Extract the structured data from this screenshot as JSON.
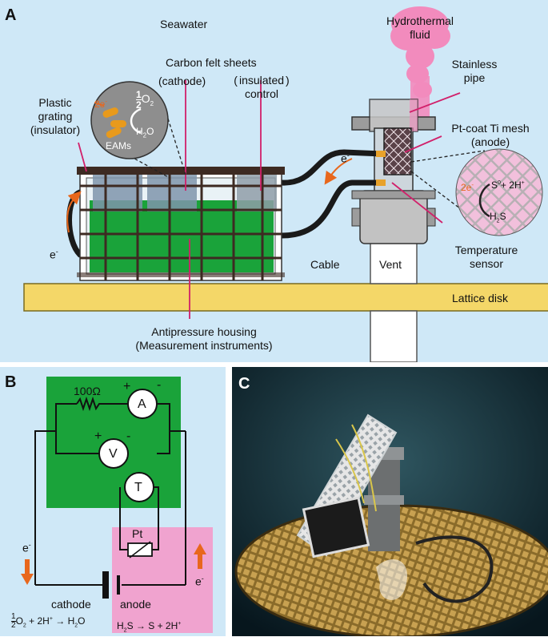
{
  "panel_a": {
    "letter": "A",
    "seawater": "Seawater",
    "hydrothermal_fluid": [
      "Hydrothermal",
      "fluid"
    ],
    "carbon_felt": "Carbon felt sheets",
    "cathode": "(cathode)",
    "insulated_control": [
      "insulated",
      "control"
    ],
    "plastic_grating": [
      "Plastic",
      "grating",
      "(insulator)"
    ],
    "stainless_pipe": [
      "Stainless",
      "pipe"
    ],
    "pt_mesh": [
      "Pt-coat Ti mesh",
      "(anode)"
    ],
    "cable": "Cable",
    "vent": "Vent",
    "temperature_sensor": [
      "Temperature",
      "sensor"
    ],
    "lattice_disk": "Lattice disk",
    "housing": [
      "Antipressure housing",
      "(Measurement instruments)"
    ],
    "electron": "e",
    "electron_sup": "-",
    "eams": "EAMs",
    "cathode_two_e": "2e",
    "cathode_half": "1",
    "cathode_half_den": "2",
    "cathode_o2": "O",
    "cathode_o2_sub": "2",
    "cathode_h2o": "H",
    "cathode_h2o_sub": "2",
    "cathode_h2o_o": "O",
    "anode_two_e": "2e",
    "anode_s": "S",
    "anode_s_sup": "0",
    "anode_plus": "+ 2H",
    "anode_h_sup": "+",
    "anode_h2s": "H",
    "anode_h2s_sub": "2",
    "anode_h2s_s": "S"
  },
  "panel_b": {
    "letter": "B",
    "resistor": "100Ω",
    "ammeter": "A",
    "voltmeter": "V",
    "thermometer": "T",
    "plus": "+",
    "minus": "-",
    "pt": "Pt",
    "electron": "e",
    "electron_sup": "-",
    "cathode": "cathode",
    "anode": "anode",
    "cathode_eq_half_num": "1",
    "cathode_eq_half_den": "2",
    "cathode_eq": "O",
    "cathode_eq_sub": "2",
    "cathode_eq_rest": " + 2H",
    "cathode_eq_sup": "+",
    "cathode_eq_arrow": " → H",
    "cathode_eq_sub2": "2",
    "cathode_eq_end": "O",
    "anode_eq": "H",
    "anode_eq_sub": "2",
    "anode_eq_rest": "S → S + 2H",
    "anode_eq_sup": "+"
  },
  "panel_c": {
    "letter": "C"
  },
  "colors": {
    "background": "#cfe8f7",
    "green": "#1aa33a",
    "pink": "#f0a3cf",
    "lattice": "#f4d768",
    "orange": "#e8671c",
    "leader": "#d1206a"
  }
}
